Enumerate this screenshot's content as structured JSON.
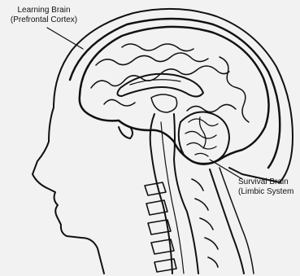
{
  "labels": {
    "learning": {
      "line1": "Learning Brain",
      "line2": "(Prefrontal Cortex)"
    },
    "survival": {
      "line1": "Survival Brain",
      "line2": "(Limbic System"
    }
  },
  "colors": {
    "background": "#f2f2f2",
    "ink": "#111111",
    "fill": "#ffffff"
  }
}
